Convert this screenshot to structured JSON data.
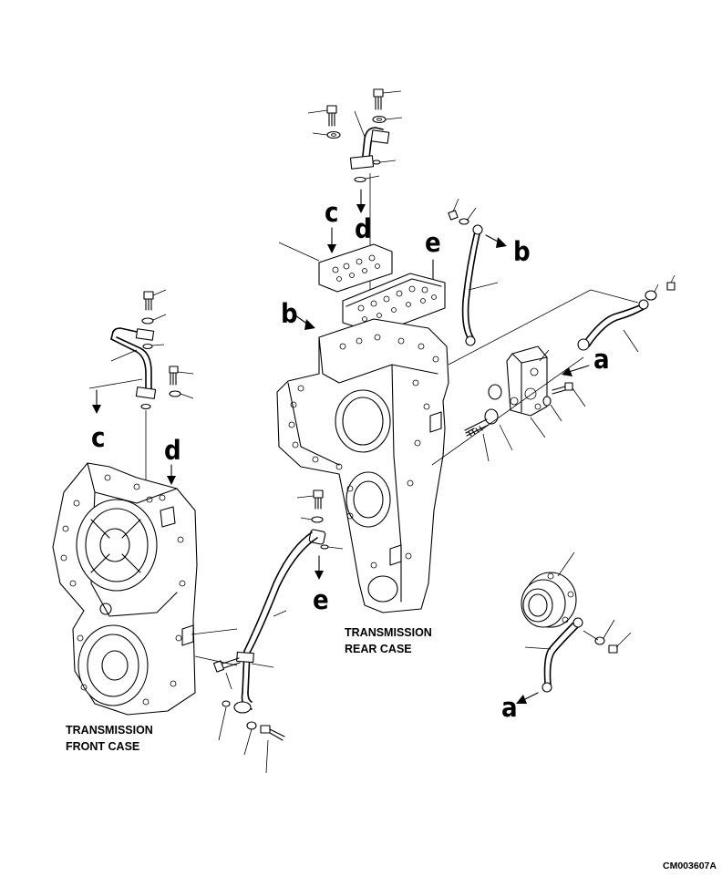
{
  "labels": {
    "c_top": "c",
    "d_top": "d",
    "e_top": "e",
    "b_top": "b",
    "b_left": "b",
    "a_right": "a",
    "c_left": "c",
    "d_left": "d",
    "e_mid": "e",
    "a_bottom": "a"
  },
  "captions": {
    "rear_line1": "TRANSMISSION",
    "rear_line2": "REAR CASE",
    "front_line1": "TRANSMISSION",
    "front_line2": "FRONT CASE"
  },
  "drawing_code": "CM003607A"
}
